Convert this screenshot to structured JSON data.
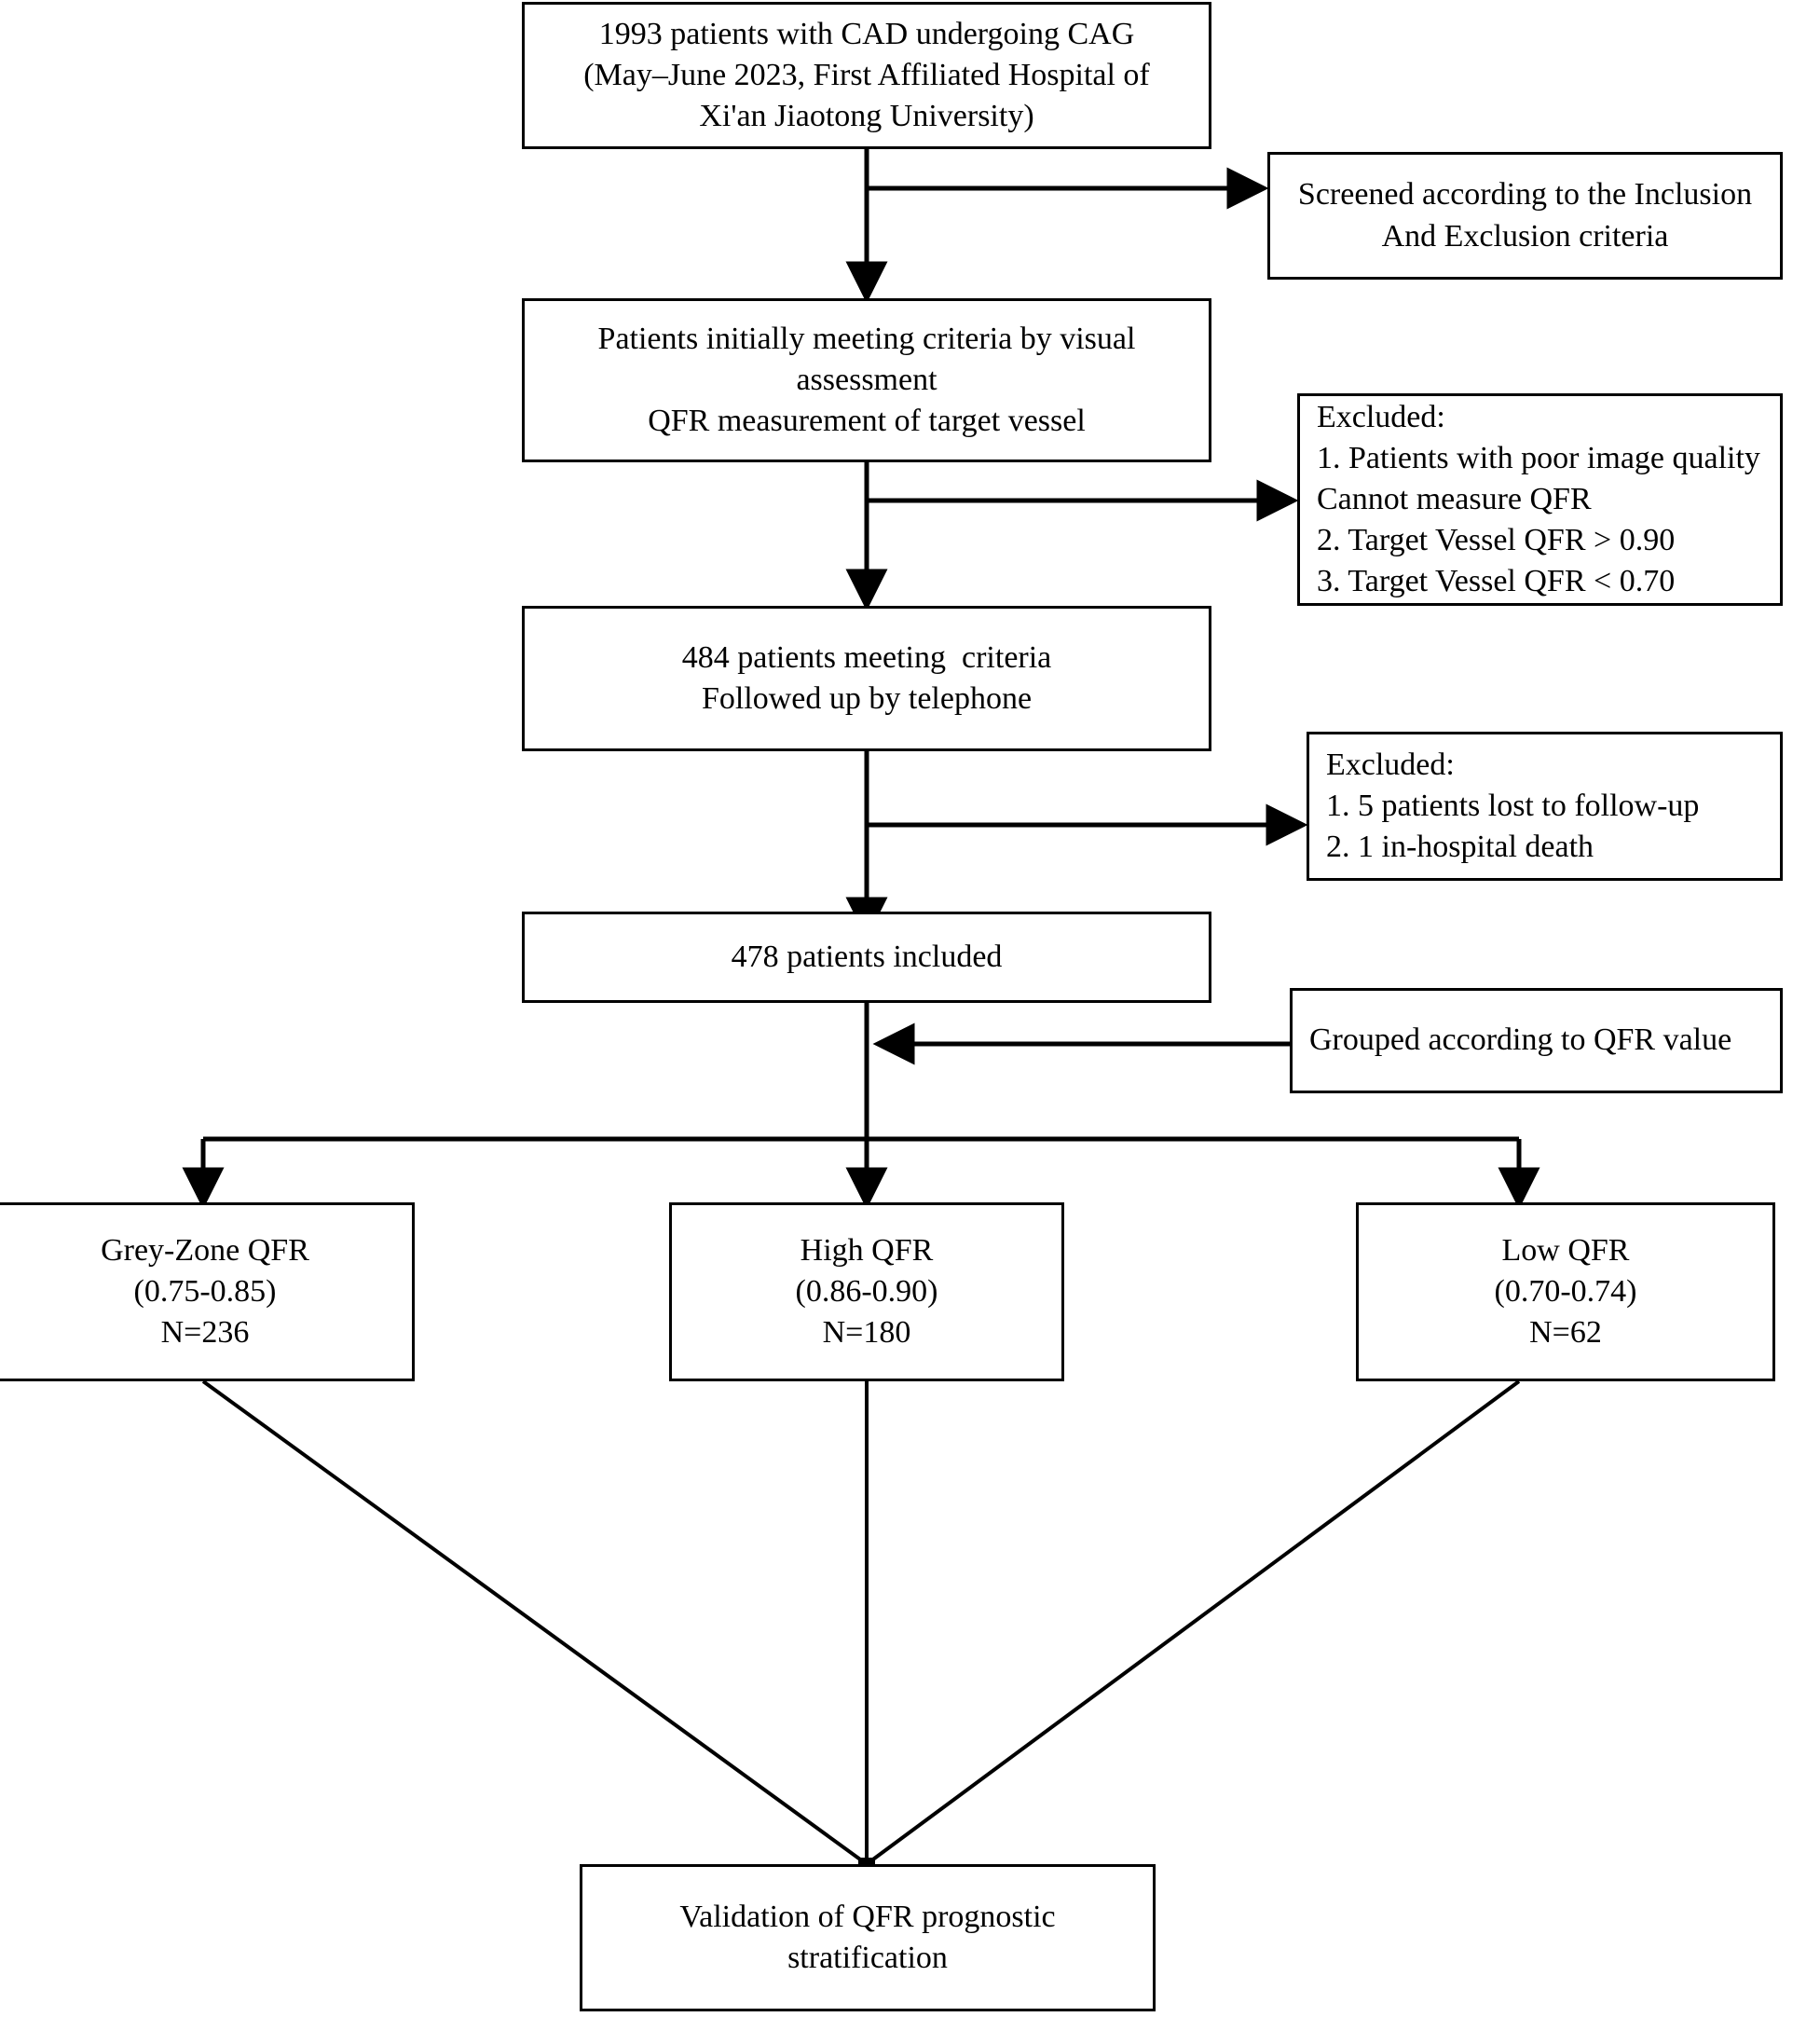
{
  "figure": {
    "type": "flowchart",
    "title": "Patient selection and QFR stratification flow diagram",
    "background_color": "#ffffff",
    "line_color": "#000000",
    "text_color": "#000000"
  },
  "nodes": {
    "cohort": {
      "id": "cohort",
      "lines": [
        "1993 patients with CAD undergoing CAG",
        "(May–June 2023, First Affiliated Hospital of",
        "Xi'an Jiaotong University)"
      ]
    },
    "screened": {
      "id": "screened",
      "lines": [
        "Screened according to the Inclusion",
        "And Exclusion criteria"
      ]
    },
    "initial": {
      "id": "initial",
      "lines": [
        "Patients initially meeting criteria by visual",
        "assessment",
        "QFR measurement of target vessel"
      ]
    },
    "excluded1": {
      "id": "excluded1",
      "lines": [
        "Excluded:",
        "1. Patients with poor image quality",
        "Cannot measure QFR",
        "2. Target Vessel QFR > 0.90",
        "3. Target Vessel QFR < 0.70"
      ]
    },
    "meeting": {
      "id": "meeting",
      "lines": [
        "484 patients meeting  criteria",
        "Followed up by telephone"
      ]
    },
    "excluded2": {
      "id": "excluded2",
      "lines": [
        "Excluded:",
        "1. 5 patients lost to follow-up",
        "2. 1 in-hospital death"
      ]
    },
    "included": {
      "id": "included",
      "lines": [
        "478 patients included"
      ]
    },
    "grouped": {
      "id": "grouped",
      "lines": [
        "Grouped according to QFR value"
      ]
    },
    "grey_zone": {
      "id": "grey_zone",
      "lines": [
        "Grey-Zone QFR",
        "(0.75-0.85)",
        "N=236"
      ]
    },
    "high_qfr": {
      "id": "high_qfr",
      "lines": [
        "High QFR",
        "(0.86-0.90)",
        "N=180"
      ]
    },
    "low_qfr": {
      "id": "low_qfr",
      "lines": [
        "Low QFR",
        "(0.70-0.74)",
        "N=62"
      ]
    },
    "validation": {
      "id": "validation",
      "lines": [
        "Validation of QFR prognostic",
        "stratification"
      ]
    }
  },
  "group_counts": {
    "grey_zone": 236,
    "high_qfr": 180,
    "low_qfr": 62,
    "total_included": 478,
    "total_meeting_criteria": 484,
    "total_screened": 1993,
    "lost_to_followup": 5,
    "in_hospital_death": 1
  }
}
